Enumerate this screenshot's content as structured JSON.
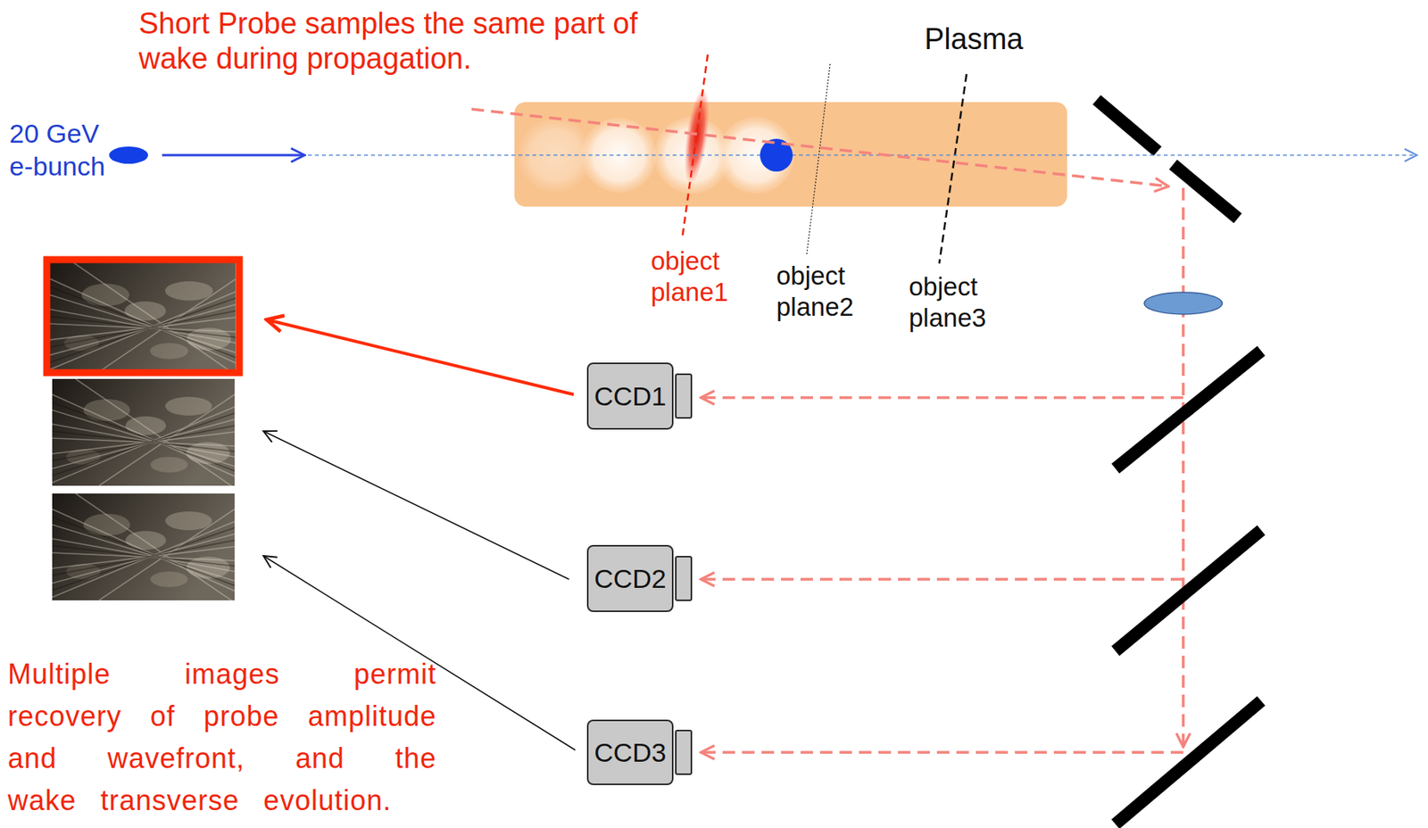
{
  "diagram": {
    "nodes": [
      {
        "text": [
          "CCD1"
        ]
      },
      {
        "text": [
          "CCD2"
        ]
      },
      {
        "text": [
          "CCD3"
        ]
      }
    ],
    "labels": [
      "Short Probe samples the same part of wake during propagation.",
      "Plasma",
      "20 GeV e-bunch",
      "object plane1",
      "object plane2",
      "object plane3",
      "Multiple images permit recovery of probe amplitude and wavefront, and the wake transverse evolution."
    ]
  }
}
